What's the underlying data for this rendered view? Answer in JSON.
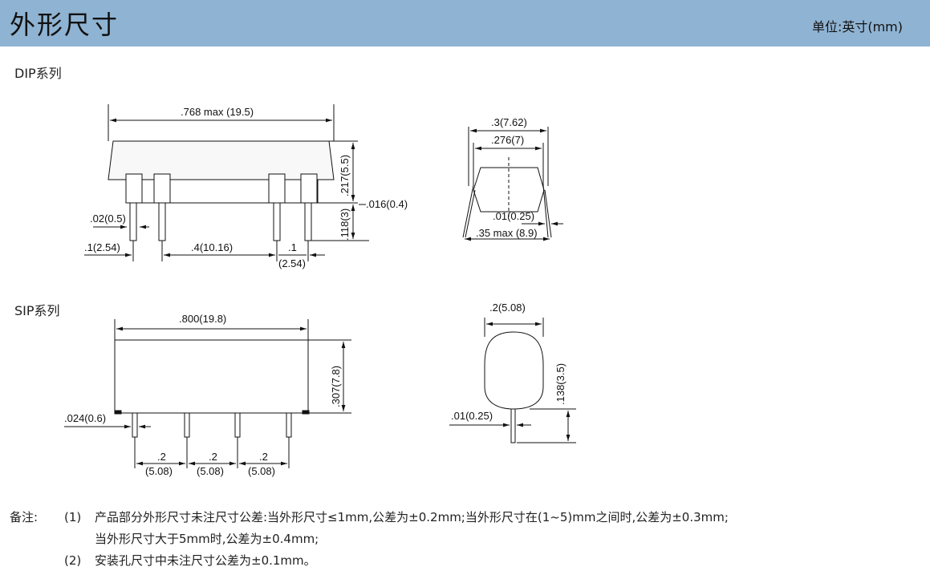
{
  "header": {
    "title": "外形尺寸",
    "unit": "单位:英寸(mm)"
  },
  "dip": {
    "label": "DIP系列",
    "front": {
      "length": ".768 max (19.5)",
      "height": ".217(5.5)",
      "thickness": ".016(0.4)",
      "pin_length": ".118(3)",
      "pin_width": ".02(0.5)",
      "pitch_a": ".1(2.54)",
      "pitch_b": ".4(10.16)",
      "pitch_c_top": ".1",
      "pitch_c_bottom": "(2.54)"
    },
    "side": {
      "outer": ".3(7.62)",
      "inner": ".276(7)",
      "lead": ".01(0.25)",
      "max": ".35 max (8.9)"
    }
  },
  "sip": {
    "label": "SIP系列",
    "front": {
      "length": ".800(19.8)",
      "height": ".307(7.8)",
      "pin_width": ".024(0.6)",
      "pitch_top": ".2",
      "pitch_bottom": "(5.08)"
    },
    "side": {
      "width": ".2(5.08)",
      "pin_length": ".138(3.5)",
      "lead": ".01(0.25)"
    }
  },
  "notes": {
    "label": "备注:",
    "items": [
      {
        "num": "(1)",
        "lines": [
          "产品部分外形尺寸未注尺寸公差:当外形尺寸≤1mm,公差为±0.2mm;当外形尺寸在(1~5)mm之间时,公差为±0.3mm;",
          "当外形尺寸大于5mm时,公差为±0.4mm;"
        ]
      },
      {
        "num": "(2)",
        "lines": [
          "安装孔尺寸中未注尺寸公差为±0.1mm。"
        ]
      }
    ]
  }
}
